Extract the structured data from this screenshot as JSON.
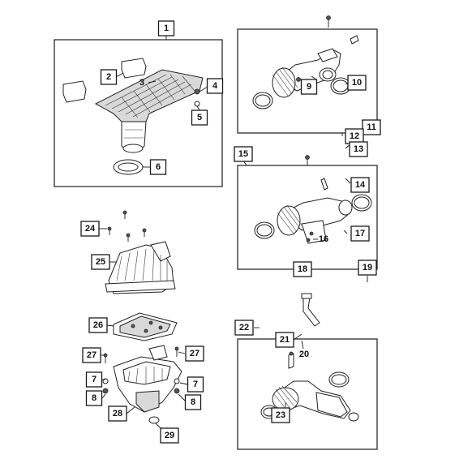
{
  "diagram": {
    "callouts": [
      "1",
      "2",
      "3",
      "4",
      "5",
      "6",
      "9",
      "10",
      "11",
      "12",
      "13",
      "15",
      "14",
      "16",
      "17",
      "18",
      "19",
      "24",
      "25",
      "26",
      "27",
      "27",
      "7",
      "7",
      "8",
      "8",
      "28",
      "29",
      "22",
      "21",
      "20",
      "23"
    ]
  }
}
